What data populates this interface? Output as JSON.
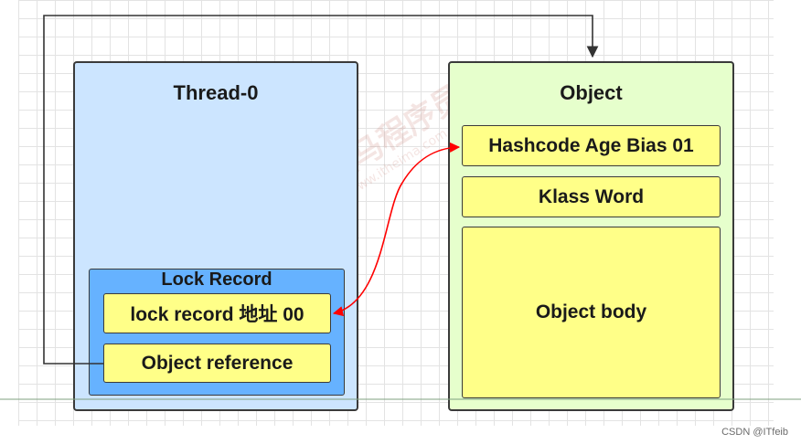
{
  "thread": {
    "title": "Thread-0",
    "lock_record": {
      "title": "Lock Record",
      "fields": [
        "lock  record 地址 00",
        "Object reference"
      ]
    }
  },
  "object": {
    "title": "Object",
    "fields": [
      "Hashcode Age Bias 01",
      "Klass Word",
      "Object body"
    ]
  },
  "watermark": {
    "text_cn": "黑马程序员",
    "url": "www.itheima.com"
  },
  "credit": "CSDN @ITfeib",
  "colors": {
    "thread_bg": "#cce5ff",
    "lock_record_bg": "#66b2ff",
    "object_bg": "#e6ffcc",
    "field_bg": "#ffff88",
    "swap_arrow": "#ff0000",
    "reference_arrow": "#333333"
  }
}
